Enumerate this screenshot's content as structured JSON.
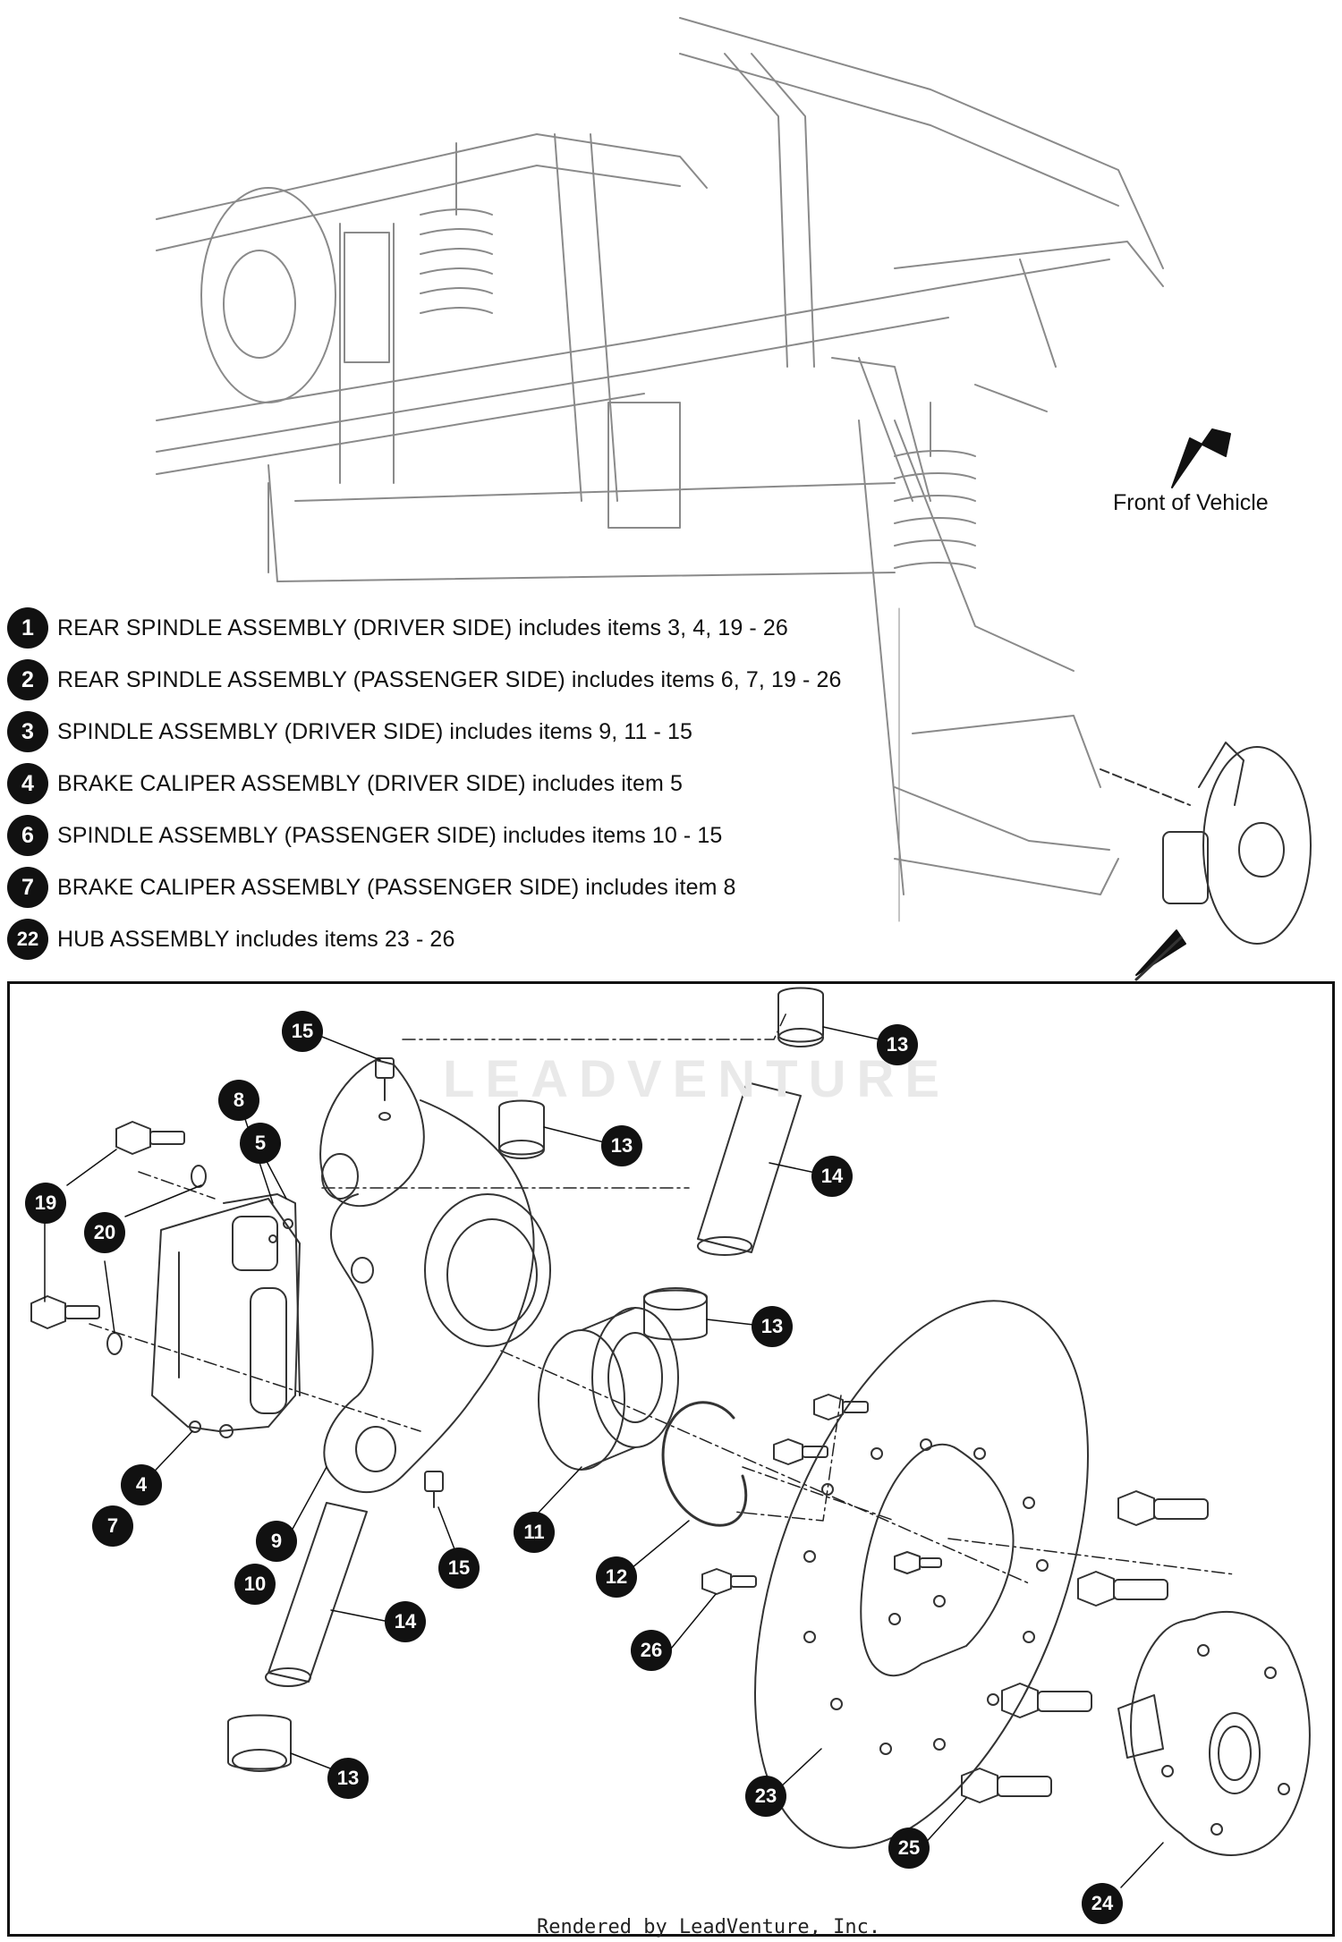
{
  "legend": [
    {
      "num": "1",
      "text": "REAR SPINDLE ASSEMBLY (DRIVER SIDE) includes items 3, 4, 19 - 26"
    },
    {
      "num": "2",
      "text": "REAR SPINDLE ASSEMBLY (PASSENGER SIDE) includes items 6, 7, 19 - 26"
    },
    {
      "num": "3",
      "text": "SPINDLE ASSEMBLY (DRIVER SIDE) includes items 9, 11 - 15"
    },
    {
      "num": "4",
      "text": "BRAKE CALIPER ASSEMBLY (DRIVER SIDE) includes item 5"
    },
    {
      "num": "6",
      "text": "SPINDLE ASSEMBLY (PASSENGER SIDE) includes items 10 - 15"
    },
    {
      "num": "7",
      "text": "BRAKE CALIPER ASSEMBLY (PASSENGER SIDE) includes item 8"
    },
    {
      "num": "22",
      "text": "HUB ASSEMBLY includes items 23 - 26"
    }
  ],
  "front_label": "Front of Vehicle",
  "watermark": "LEADVENTURE",
  "footer": "Rendered by LeadVenture, Inc.",
  "callouts": {
    "c15a": "15",
    "c13a": "13",
    "c8": "8",
    "c5": "5",
    "c13b": "13",
    "c14a": "14",
    "c19": "19",
    "c20": "20",
    "c13c": "13",
    "c4": "4",
    "c7": "7",
    "c9": "9",
    "c10": "10",
    "c15b": "15",
    "c11": "11",
    "c12": "12",
    "c14b": "14",
    "c26": "26",
    "c13d": "13",
    "c23": "23",
    "c25": "25",
    "c24": "24"
  }
}
